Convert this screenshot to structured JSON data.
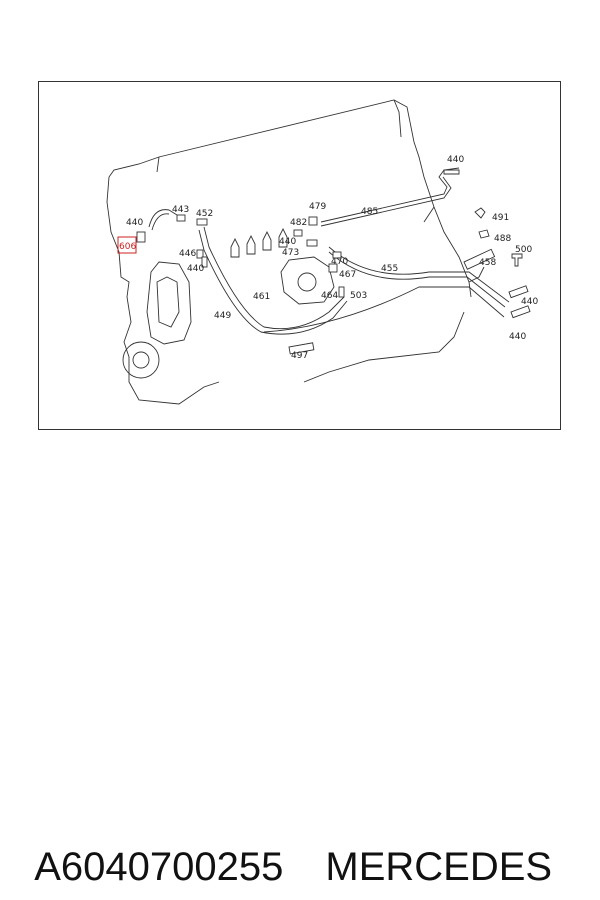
{
  "diagram": {
    "callouts": [
      "440",
      "443",
      "452",
      "479",
      "482",
      "485",
      "491",
      "488",
      "500",
      "440",
      "606",
      "446",
      "440",
      "473",
      "440",
      "470",
      "455",
      "458",
      "467",
      "461",
      "464",
      "503",
      "449",
      "497",
      "440",
      "440"
    ],
    "highlighted_callout": "606",
    "colors": {
      "line": "#333333",
      "highlight": "#cc2222",
      "background": "#ffffff"
    }
  },
  "footer": {
    "part_number": "A6040700255",
    "brand": "MERCEDES"
  }
}
